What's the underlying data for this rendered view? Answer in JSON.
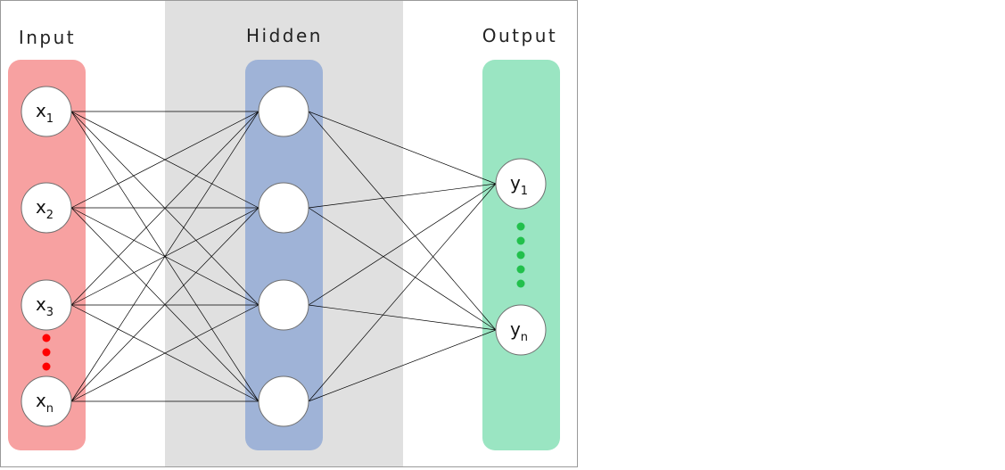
{
  "diagram": {
    "type": "neural-network",
    "colors": {
      "input_band": "#f7a1a1",
      "hidden_band": "#9fb3d7",
      "hidden_region": "#e0e0e0",
      "output_band": "#9ae5c2",
      "input_dots": "#ff0000",
      "output_dots": "#22c04c",
      "edges": "#000000"
    },
    "layers": [
      {
        "id": "input",
        "label": "Input",
        "nodes": [
          {
            "base": "x",
            "sub": "1"
          },
          {
            "base": "x",
            "sub": "2"
          },
          {
            "base": "x",
            "sub": "3"
          },
          {
            "base": "x",
            "sub": "n"
          }
        ],
        "ellipsis_dots": 3
      },
      {
        "id": "hidden",
        "label": "Hidden",
        "nodes": [
          {
            "base": "",
            "sub": ""
          },
          {
            "base": "",
            "sub": ""
          },
          {
            "base": "",
            "sub": ""
          },
          {
            "base": "",
            "sub": ""
          }
        ]
      },
      {
        "id": "output",
        "label": "Output",
        "nodes": [
          {
            "base": "y",
            "sub": "1"
          },
          {
            "base": "y",
            "sub": "n"
          }
        ],
        "ellipsis_dots": 5
      }
    ],
    "connections": "fully-connected"
  }
}
